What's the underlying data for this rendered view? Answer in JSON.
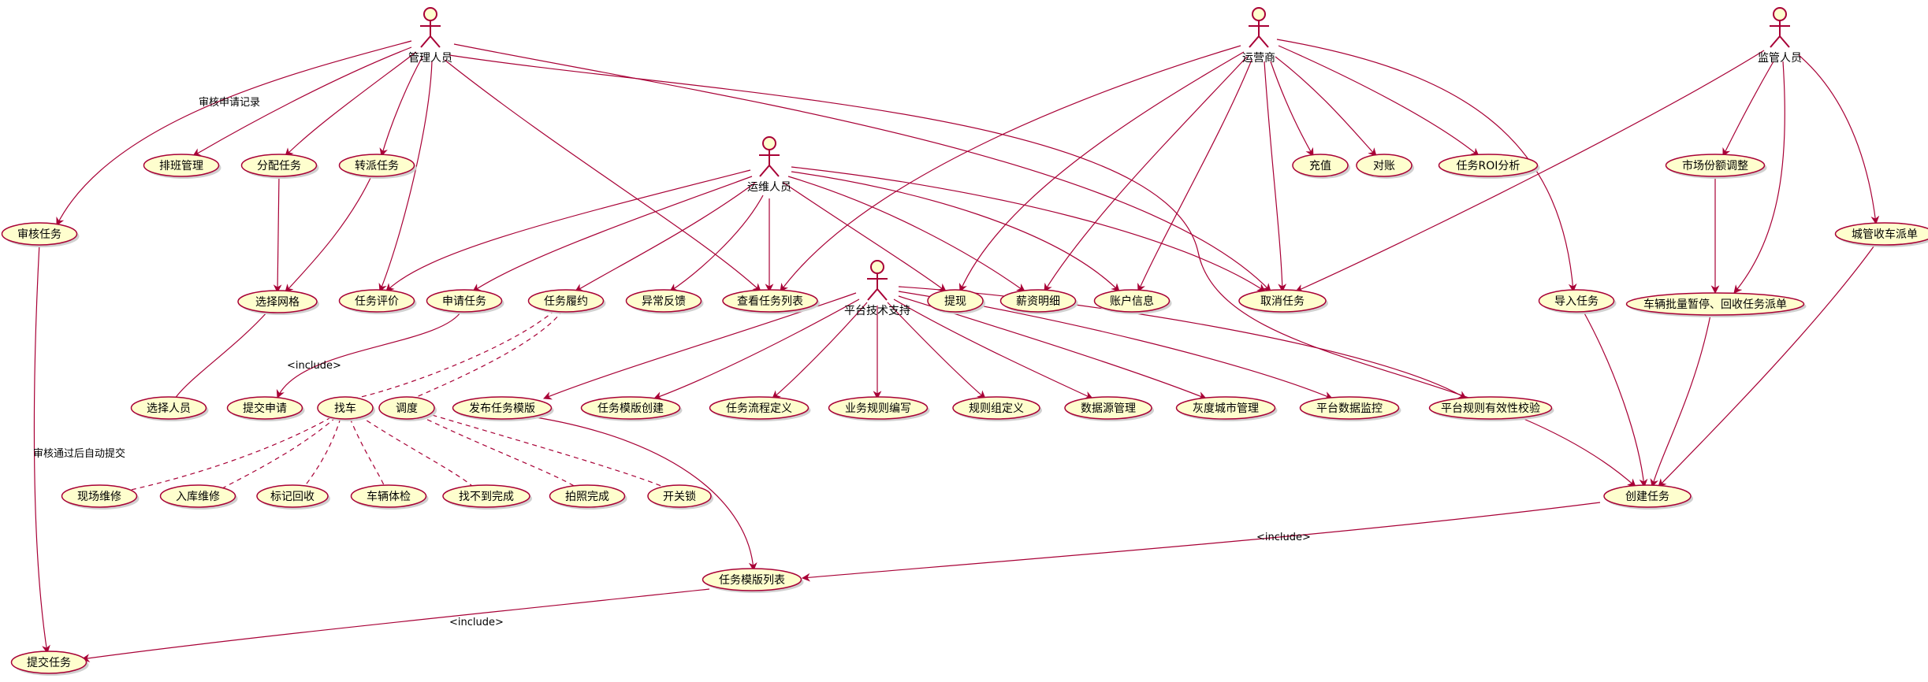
{
  "colors": {
    "usecase_fill": "#FEFECE",
    "stroke": "#A80036",
    "text": "#000000"
  },
  "actors": [
    {
      "id": "admin",
      "label": "管理人员"
    },
    {
      "id": "ops",
      "label": "运维人员"
    },
    {
      "id": "operator",
      "label": "运营商"
    },
    {
      "id": "supervisor",
      "label": "监管人员"
    },
    {
      "id": "tech",
      "label": "平台技术支持"
    }
  ],
  "usecases": [
    {
      "id": "review",
      "label": "审核任务"
    },
    {
      "id": "schedule",
      "label": "排班管理"
    },
    {
      "id": "assign",
      "label": "分配任务"
    },
    {
      "id": "transfer",
      "label": "转派任务"
    },
    {
      "id": "grid",
      "label": "选择网格"
    },
    {
      "id": "person",
      "label": "选择人员"
    },
    {
      "id": "evaluate",
      "label": "任务评价"
    },
    {
      "id": "apply",
      "label": "申请任务"
    },
    {
      "id": "submitApply",
      "label": "提交申请"
    },
    {
      "id": "perform",
      "label": "任务履约"
    },
    {
      "id": "findcar",
      "label": "找车"
    },
    {
      "id": "dispatch",
      "label": "调度"
    },
    {
      "id": "abnormal",
      "label": "异常反馈"
    },
    {
      "id": "viewlist",
      "label": "查看任务列表"
    },
    {
      "id": "withdraw",
      "label": "提现"
    },
    {
      "id": "salary",
      "label": "薪资明细"
    },
    {
      "id": "account",
      "label": "账户信息"
    },
    {
      "id": "cancel",
      "label": "取消任务"
    },
    {
      "id": "recharge",
      "label": "充值"
    },
    {
      "id": "reconcile",
      "label": "对账"
    },
    {
      "id": "roi",
      "label": "任务ROI分析"
    },
    {
      "id": "market",
      "label": "市场份额调整"
    },
    {
      "id": "citycar",
      "label": "城管收车派单"
    },
    {
      "id": "import",
      "label": "导入任务"
    },
    {
      "id": "batch",
      "label": "车辆批量暂停、回收任务派单"
    },
    {
      "id": "create",
      "label": "创建任务"
    },
    {
      "id": "publish",
      "label": "发布任务模版"
    },
    {
      "id": "tplcreate",
      "label": "任务模版创建"
    },
    {
      "id": "flowdef",
      "label": "任务流程定义"
    },
    {
      "id": "rulewrite",
      "label": "业务规则编写"
    },
    {
      "id": "rulegroup",
      "label": "规则组定义"
    },
    {
      "id": "datasource",
      "label": "数据源管理"
    },
    {
      "id": "gray",
      "label": "灰度城市管理"
    },
    {
      "id": "monitor",
      "label": "平台数据监控"
    },
    {
      "id": "rulecheck",
      "label": "平台规则有效性校验"
    },
    {
      "id": "onsite",
      "label": "现场维修"
    },
    {
      "id": "warehouse",
      "label": "入库维修"
    },
    {
      "id": "markrecycle",
      "label": "标记回收"
    },
    {
      "id": "inspect",
      "label": "车辆体检"
    },
    {
      "id": "notfound",
      "label": "找不到完成"
    },
    {
      "id": "photo",
      "label": "拍照完成"
    },
    {
      "id": "lock",
      "label": "开关锁"
    },
    {
      "id": "tpllist",
      "label": "任务模版列表"
    },
    {
      "id": "submit",
      "label": "提交任务"
    }
  ],
  "edge_labels": {
    "review_record": "审核申请记录",
    "auto_submit": "审核通过后自动提交",
    "include_apply": "<include>",
    "include_create": "<include>",
    "include_tpl": "<include>"
  }
}
